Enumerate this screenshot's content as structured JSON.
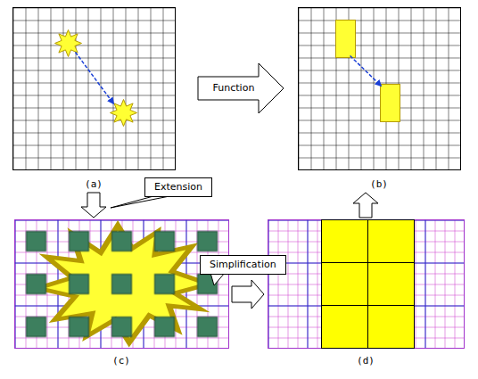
{
  "diagram": {
    "nodes": [
      {
        "text": [
          "(a)"
        ]
      },
      {
        "text": [
          "(b)"
        ]
      },
      {
        "text": [
          "Extension"
        ]
      },
      {
        "text": [
          "(c)"
        ]
      },
      {
        "text": [
          "Simplification"
        ]
      },
      {
        "text": [
          "(d)"
        ]
      }
    ],
    "edges": [
      {
        "from": 0,
        "to": 1,
        "arrow": "to",
        "label": "Function"
      },
      {
        "from": 0,
        "to": 3,
        "arrow": "to"
      },
      {
        "from": 3,
        "to": 5,
        "arrow": "to"
      },
      {
        "from": 5,
        "to": 1,
        "arrow": "to"
      }
    ]
  }
}
